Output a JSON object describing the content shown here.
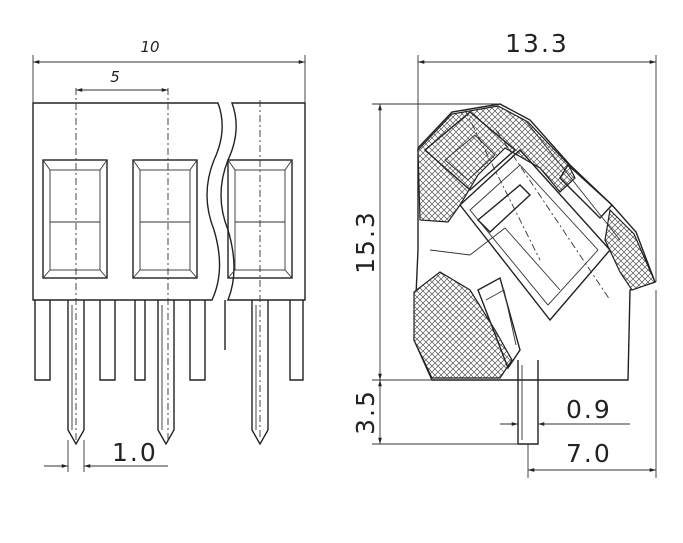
{
  "front_view": {
    "pitch_total": "10",
    "pitch": "5",
    "pin_width": "1.0"
  },
  "side_view": {
    "depth": "13.3",
    "height": "15.3",
    "pin_length": "3.5",
    "pin_thickness": "0.9",
    "pin_offset": "7.0"
  }
}
